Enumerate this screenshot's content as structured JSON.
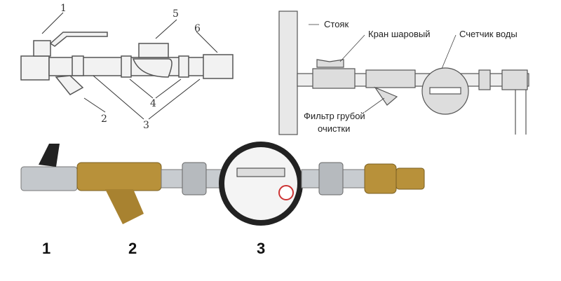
{
  "left_diagram": {
    "callouts": [
      "1",
      "2",
      "3",
      "4",
      "5",
      "6"
    ]
  },
  "right_diagram": {
    "riser_label": "Стояк",
    "valve_label": "Кран шаровый",
    "meter_label": "Счетчик воды",
    "filter_label_line1": "Фильтр грубой",
    "filter_label_line2": "очистки"
  },
  "photo": {
    "labels": [
      "1",
      "2",
      "3"
    ]
  },
  "colors": {
    "brass": "#b8913a",
    "chrome": "#c8ccd0",
    "handle": "#222222",
    "line": "#555555"
  }
}
